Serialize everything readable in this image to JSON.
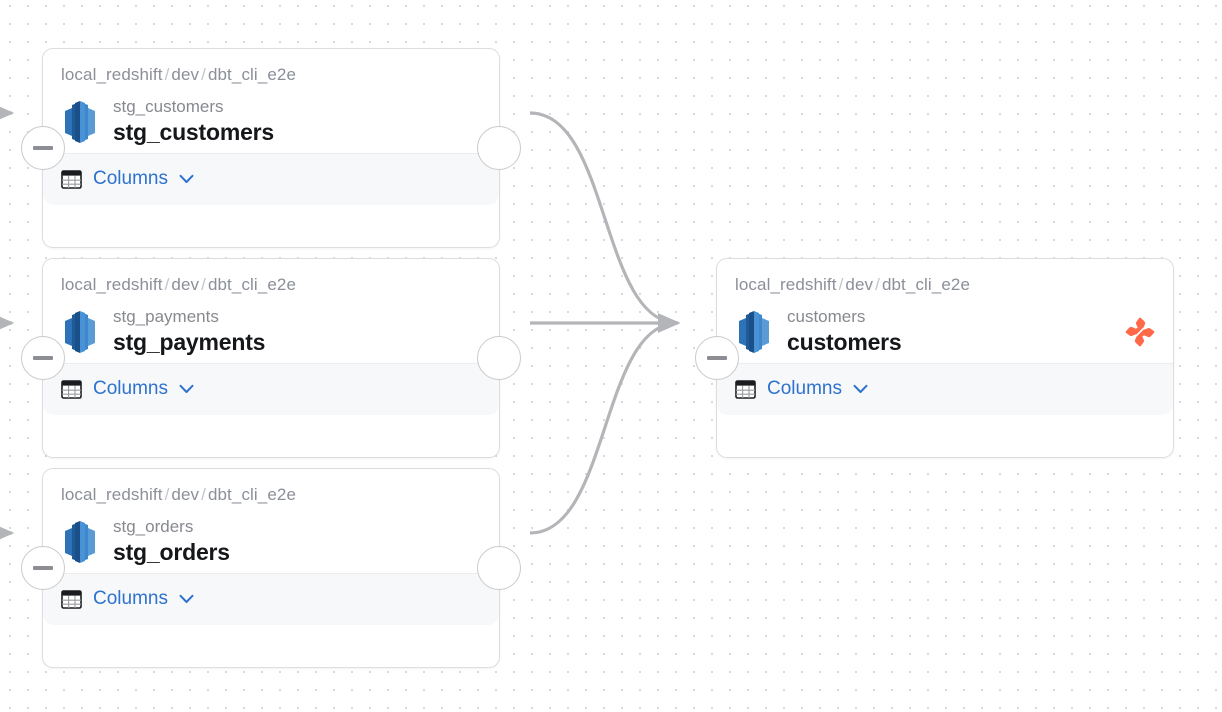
{
  "canvas": {
    "background_color": "#ffffff",
    "dot_grid_color": "#d8d8dc",
    "dot_grid_spacing": 18
  },
  "theme": {
    "accent_link": "#2e72cf",
    "dbt_logo_color": "#ff694a",
    "node_border": "#dcdde1",
    "node_footer_bg": "#f7f8f9",
    "edge_color": "#b4b5b8",
    "breadcrumb_text": "#8b8f98",
    "title_text": "#15171a"
  },
  "nodes": [
    {
      "id": "stg_customers",
      "breadcrumb": [
        "local_redshift",
        "dev",
        "dbt_cli_e2e"
      ],
      "subtitle": "stg_customers",
      "title": "stg_customers",
      "footer_label": "Columns",
      "db_icon": "redshift-icon",
      "table_icon": "table-icon",
      "chevron_icon": "chevron-down-icon",
      "has_dbt_badge": false,
      "left_handle": {
        "icon": "minus-icon",
        "collapsed": true
      },
      "right_handle": {
        "icon": "none",
        "collapsed": false
      }
    },
    {
      "id": "stg_payments",
      "breadcrumb": [
        "local_redshift",
        "dev",
        "dbt_cli_e2e"
      ],
      "subtitle": "stg_payments",
      "title": "stg_payments",
      "footer_label": "Columns",
      "db_icon": "redshift-icon",
      "table_icon": "table-icon",
      "chevron_icon": "chevron-down-icon",
      "has_dbt_badge": false,
      "left_handle": {
        "icon": "minus-icon",
        "collapsed": true
      },
      "right_handle": {
        "icon": "none",
        "collapsed": false
      }
    },
    {
      "id": "stg_orders",
      "breadcrumb": [
        "local_redshift",
        "dev",
        "dbt_cli_e2e"
      ],
      "subtitle": "stg_orders",
      "title": "stg_orders",
      "footer_label": "Columns",
      "db_icon": "redshift-icon",
      "table_icon": "table-icon",
      "chevron_icon": "chevron-down-icon",
      "has_dbt_badge": false,
      "left_handle": {
        "icon": "minus-icon",
        "collapsed": true
      },
      "right_handle": {
        "icon": "none",
        "collapsed": false
      }
    },
    {
      "id": "customers",
      "breadcrumb": [
        "local_redshift",
        "dev",
        "dbt_cli_e2e"
      ],
      "subtitle": "customers",
      "title": "customers",
      "footer_label": "Columns",
      "db_icon": "redshift-icon",
      "table_icon": "table-icon",
      "chevron_icon": "chevron-down-icon",
      "has_dbt_badge": true,
      "dbt_badge_icon": "dbt-logo-icon",
      "left_handle": {
        "icon": "minus-icon",
        "collapsed": true
      },
      "right_handle": {
        "icon": "none",
        "collapsed": false
      }
    }
  ],
  "edges": [
    {
      "from": "stg_customers",
      "to": "customers",
      "style": "bezier",
      "arrow": true
    },
    {
      "from": "stg_payments",
      "to": "customers",
      "style": "straight",
      "arrow": true
    },
    {
      "from": "stg_orders",
      "to": "customers",
      "style": "bezier",
      "arrow": true
    }
  ]
}
